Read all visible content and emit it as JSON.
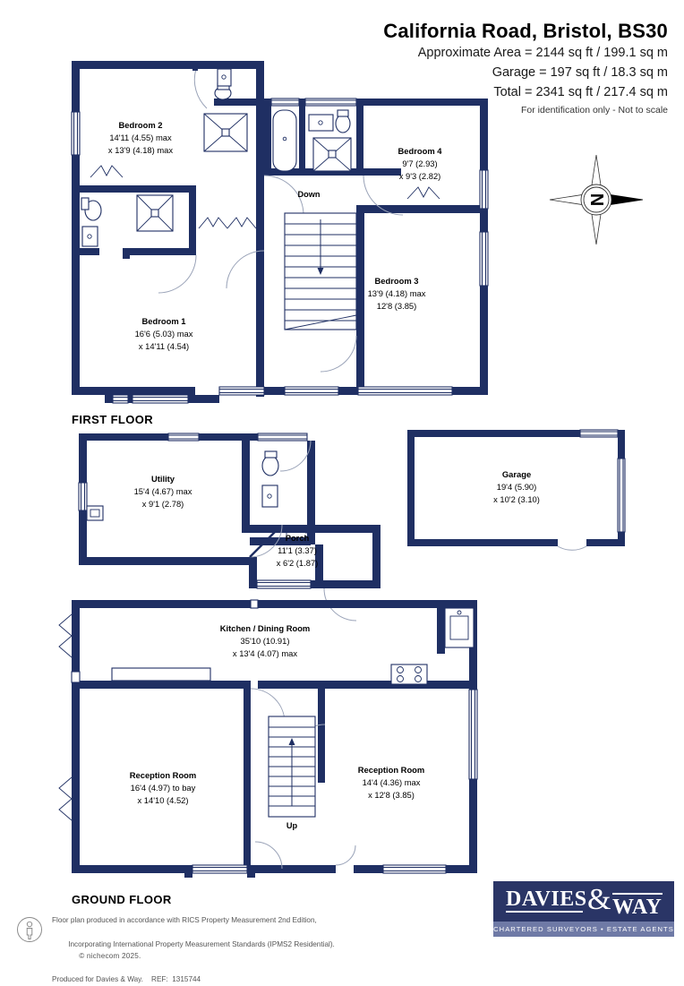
{
  "header": {
    "title": "California Road, Bristol, BS30",
    "area_lines": [
      "Approximate Area = 2144 sq ft / 199.1 sq m",
      "Garage = 197 sq ft / 18.3 sq m",
      "Total = 2341 sq ft / 217.4 sq m"
    ],
    "disclaimer": "For identification only - Not to scale"
  },
  "compass": {
    "label": "N",
    "name": "north-arrow"
  },
  "floors": {
    "first": {
      "label": "FIRST FLOOR"
    },
    "ground": {
      "label": "GROUND FLOOR"
    }
  },
  "rooms": {
    "bedroom2": {
      "name": "Bedroom 2",
      "dim1": "14'11 (4.55) max",
      "dim2": "x 13'9 (4.18) max"
    },
    "bedroom4": {
      "name": "Bedroom 4",
      "dim1": "9'7 (2.93)",
      "dim2": "x 9'3 (2.82)"
    },
    "bedroom3": {
      "name": "Bedroom 3",
      "dim1": "13'9 (4.18) max",
      "dim2": "12'8 (3.85)"
    },
    "bedroom1": {
      "name": "Bedroom 1",
      "dim1": "16'6 (5.03) max",
      "dim2": "x 14'11 (4.54)"
    },
    "utility": {
      "name": "Utility",
      "dim1": "15'4 (4.67) max",
      "dim2": "x 9'1 (2.78)"
    },
    "porch": {
      "name": "Porch",
      "dim1": "11'1 (3.37)",
      "dim2": "x 6'2 (1.87)"
    },
    "garage": {
      "name": "Garage",
      "dim1": "19'4 (5.90)",
      "dim2": "x 10'2 (3.10)"
    },
    "kitchen_dining": {
      "name": "Kitchen / Dining Room",
      "dim1": "35'10 (10.91)",
      "dim2": "x 13'4 (4.07) max"
    },
    "reception_left": {
      "name": "Reception Room",
      "dim1": "16'4 (4.97) to bay",
      "dim2": "x 14'10 (4.52)"
    },
    "reception_right": {
      "name": "Reception Room",
      "dim1": "14'4 (4.36) max",
      "dim2": "x 12'8 (3.85)"
    }
  },
  "stairs": {
    "down_label": "Down",
    "up_label": "Up"
  },
  "logo": {
    "word1": "DAVIES",
    "amp": "&",
    "word2": "WAY",
    "strapline": "CHARTERED SURVEYORS • ESTATE AGENTS"
  },
  "footer": {
    "line1": "Floor plan produced in accordance with RICS Property Measurement 2nd Edition,",
    "line2": "Incorporating International Property Measurement Standards (IPMS2 Residential).",
    "copyright": "© nichecom 2025.",
    "line3": "Produced for Davies & Way.    REF:  1315744"
  },
  "colors": {
    "wall": "#1f2f63",
    "logo_bg": "#2a3566",
    "logo_strap": "#6f7aa6",
    "text": "#000000"
  }
}
